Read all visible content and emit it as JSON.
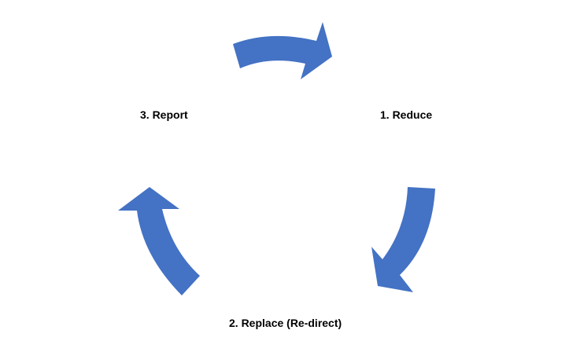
{
  "diagram": {
    "arrow_color": "#4472C4",
    "steps": [
      {
        "label": "1. Reduce"
      },
      {
        "label": "2. Replace (Re-direct)"
      },
      {
        "label": "3. Report"
      }
    ],
    "arrows": [
      {
        "from": "3. Report",
        "to": "1. Reduce",
        "icon": "curved-arrow-right-icon"
      },
      {
        "from": "1. Reduce",
        "to": "2. Replace (Re-direct)",
        "icon": "curved-arrow-down-icon"
      },
      {
        "from": "2. Replace (Re-direct)",
        "to": "3. Report",
        "icon": "curved-arrow-up-icon"
      }
    ]
  }
}
